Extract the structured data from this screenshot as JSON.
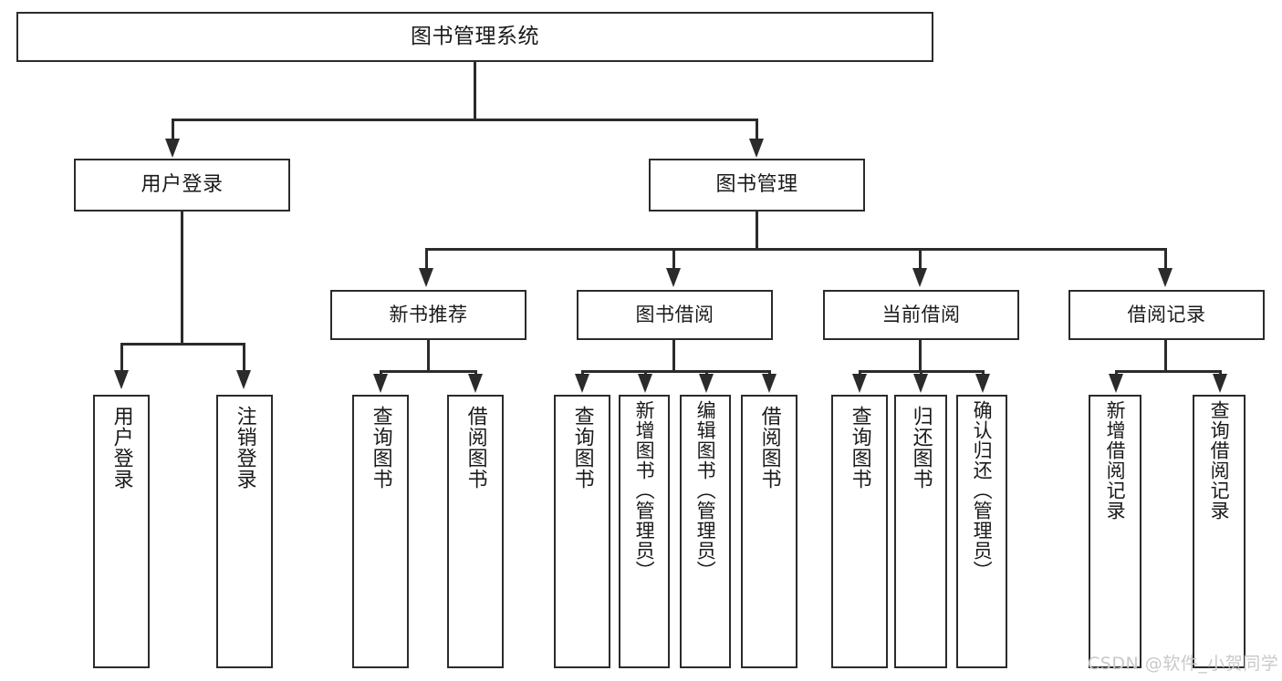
{
  "diagram": {
    "title": "图书管理系统",
    "type": "hierarchical-tree",
    "background": "#ffffff",
    "line_color": "#2b2b2b",
    "text_color": "#1a1a1a"
  },
  "root": {
    "label": "图书管理系统"
  },
  "level1": [
    {
      "label": "用户登录"
    },
    {
      "label": "图书管理"
    }
  ],
  "level2": [
    {
      "label": "新书推荐"
    },
    {
      "label": "图书借阅"
    },
    {
      "label": "当前借阅"
    },
    {
      "label": "借阅记录"
    }
  ],
  "leaves": {
    "user_login": [
      {
        "label": "用户登录"
      },
      {
        "label": "注销登录"
      }
    ],
    "new_book_recommend": [
      {
        "label": "查询图书"
      },
      {
        "label": "借阅图书"
      }
    ],
    "book_borrow": [
      {
        "label": "查询图书"
      },
      {
        "label": "新增图书（管理员）"
      },
      {
        "label": "编辑图书（管理员）"
      },
      {
        "label": "借阅图书"
      }
    ],
    "current_borrow": [
      {
        "label": "查询图书"
      },
      {
        "label": "归还图书"
      },
      {
        "label": "确认归还（管理员）"
      }
    ],
    "borrow_record": [
      {
        "label": "新增借阅记录"
      },
      {
        "label": "查询借阅记录"
      }
    ]
  },
  "watermark": {
    "text": "CSDN @软件_小贺同学"
  }
}
